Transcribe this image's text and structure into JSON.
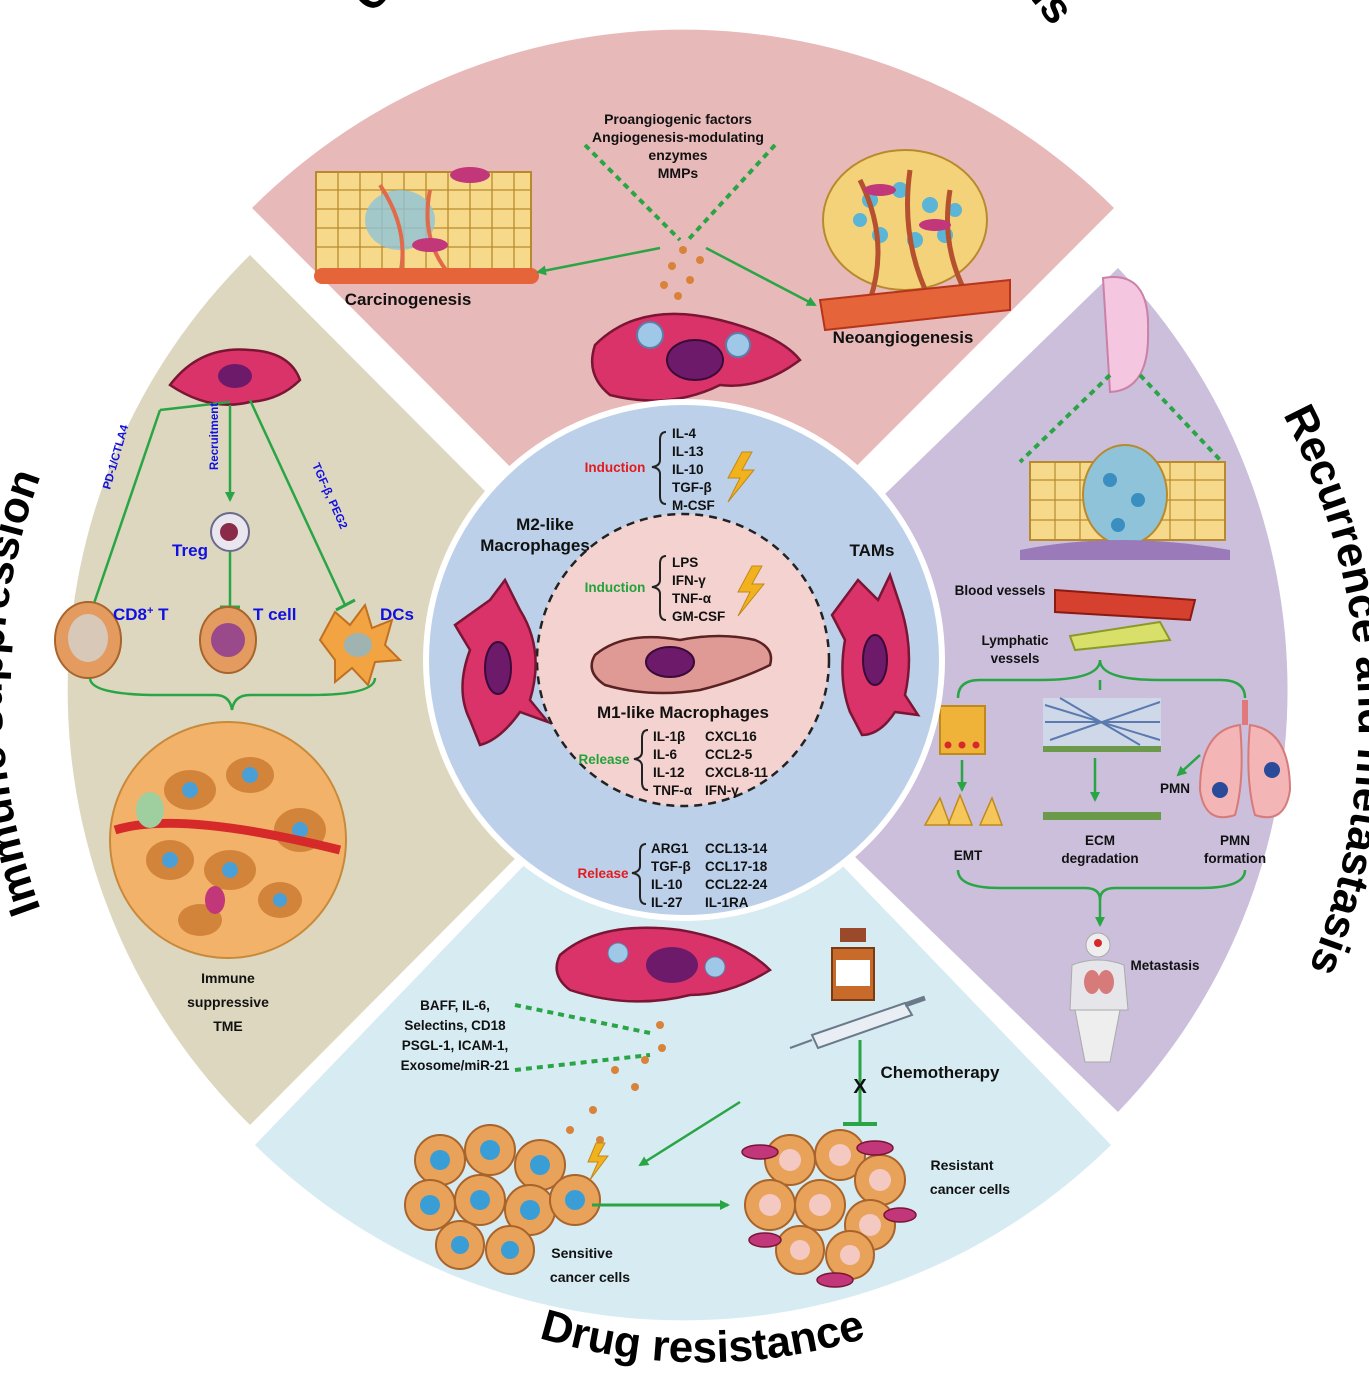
{
  "sections": {
    "top_title": "Carcinogenesis and neoangiogenesis",
    "right_title": "Recurrence and metastasis",
    "bottom_title": "Drug resistance",
    "left_title": "Immune suppression"
  },
  "top": {
    "factors": [
      "Proangiogenic factors",
      "Angiogenesis-modulating",
      "enzymes",
      "MMPs"
    ],
    "carcinogenesis": "Carcinogenesis",
    "neoangiogenesis": "Neoangiogenesis"
  },
  "left": {
    "pd1": "PD-1/CTLA4",
    "recruitment": "Recruitment",
    "tgf": "TGF-β, PEG2",
    "treg": "Treg",
    "cd8": "CD8",
    "cd8_sup": "+",
    "cd8_suffix": " T",
    "tcell": "T cell",
    "dcs": "DCs",
    "tme": [
      "Immune",
      "suppressive",
      "TME"
    ]
  },
  "right": {
    "blood_vessels": "Blood vessels",
    "lymphatic": [
      "Lymphatic",
      "vessels"
    ],
    "emt": "EMT",
    "ecm": [
      "ECM",
      "degradation"
    ],
    "pmn": "PMN",
    "pmn_formation": [
      "PMN",
      "formation"
    ],
    "metastasis": "Metastasis"
  },
  "bottom": {
    "factors": [
      "BAFF, IL-6,",
      "Selectins, CD18",
      "PSGL-1, ICAM-1,",
      "Exosome/miR-21"
    ],
    "chemotherapy": "Chemotherapy",
    "block": "X",
    "sensitive": [
      "Sensitive",
      "cancer cells"
    ],
    "resistant": [
      "Resistant",
      "cancer cells"
    ]
  },
  "center": {
    "m2_label": [
      "M2-like",
      "Macrophages"
    ],
    "tams": "TAMs",
    "m1_label": "M1-like Macrophages",
    "induction_label": "Induction",
    "release_label": "Release",
    "m2_induction": [
      "IL-4",
      "IL-13",
      "IL-10",
      "TGF-β",
      "M-CSF"
    ],
    "m1_induction": [
      "LPS",
      "IFN-γ",
      "TNF-α",
      "GM-CSF"
    ],
    "m1_release_left": [
      "IL-1β",
      "IL-6",
      "IL-12",
      "TNF-α"
    ],
    "m1_release_right": [
      "CXCL16",
      "CCL2-5",
      "CXCL8-11",
      "IFN-γ"
    ],
    "m2_release_left": [
      "ARG1",
      "TGF-β",
      "IL-10",
      "IL-27"
    ],
    "m2_release_right": [
      "CCL13-14",
      "CCL17-18",
      "CCL22-24",
      "IL-1RA"
    ]
  },
  "colors": {
    "top_sector": "#e8b9b9",
    "left_sector": "#ddd7bf",
    "right_sector": "#cbbfdb",
    "bottom_sector": "#d6ebf2",
    "center_circle": "#bcd0ea",
    "inner_circle": "#f3d2cf",
    "arrow_green": "#2aa545",
    "macrophage": "#d9336a"
  }
}
